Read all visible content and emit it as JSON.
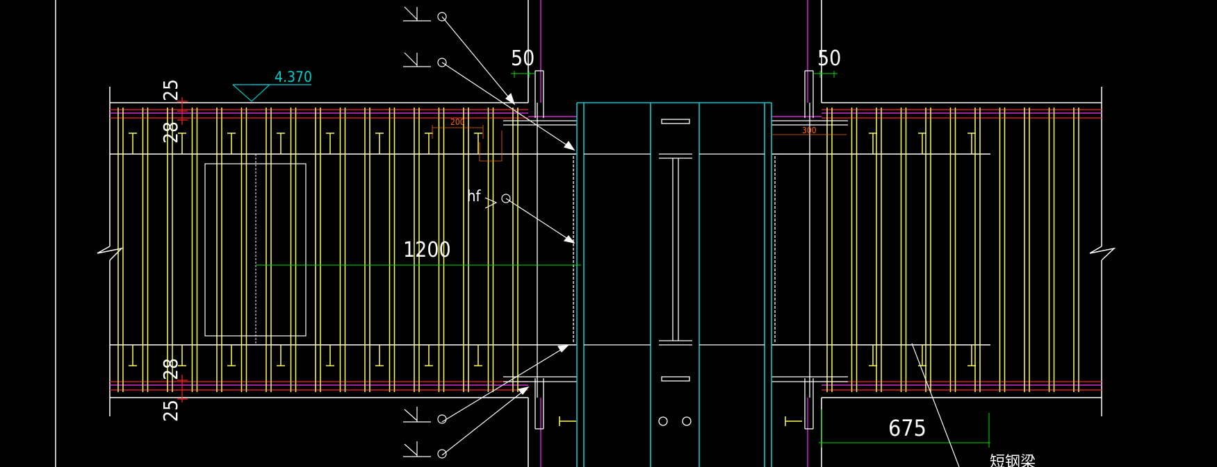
{
  "labels": {
    "elevation": "4.370",
    "dim_50_left": "50",
    "dim_50_right": "50",
    "dim_25_top": "25",
    "dim_28_top": "28",
    "dim_28_bottom": "28",
    "dim_25_bottom": "25",
    "span_1200": "1200",
    "spacing_200": "200",
    "spacing_300": "300",
    "weld_hf": "hf",
    "dim_675": "675",
    "member_note": "短钢梁"
  },
  "colors": {
    "background": "#000000",
    "outline": "#ffffff",
    "rebar": "#ffff55",
    "column": "#00cccc",
    "dimension": "#00dd00",
    "stirrup": "#ff2222",
    "magenta": "#ff33ff",
    "leader": "#ffffff"
  }
}
